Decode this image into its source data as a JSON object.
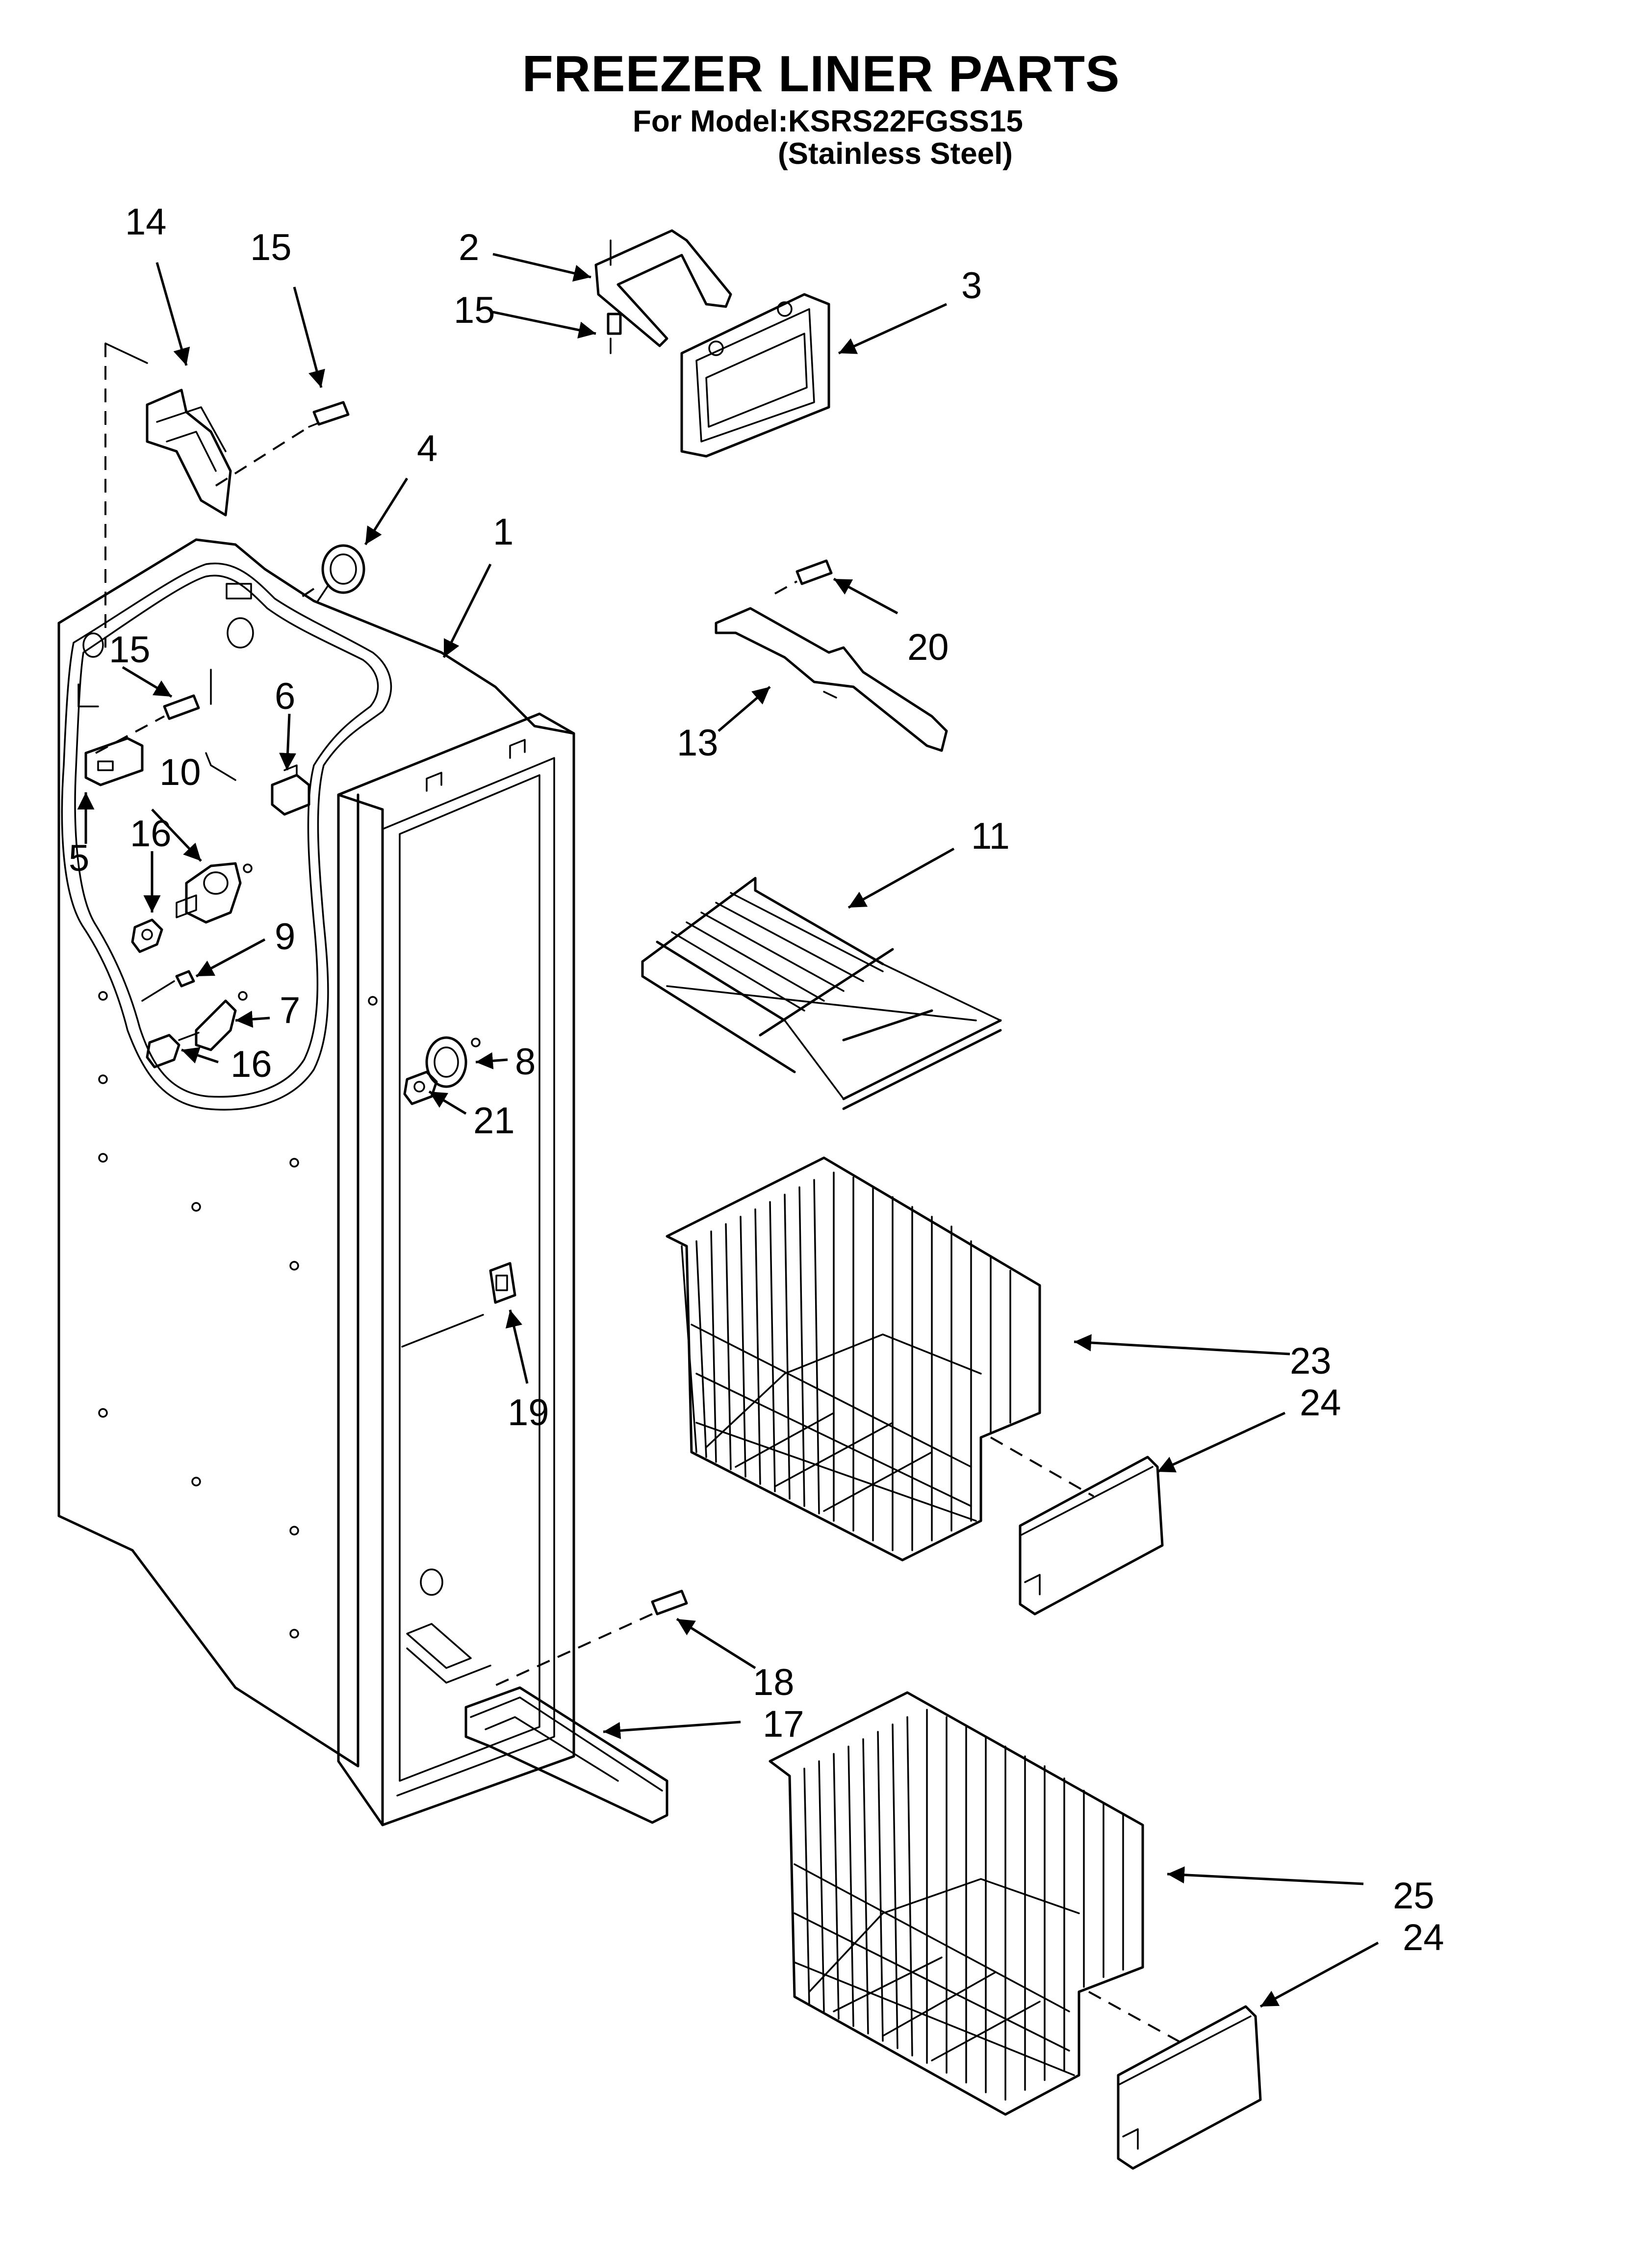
{
  "header": {
    "title": "FREEZER LINER PARTS",
    "model_line": "For Model:KSRS22FGSS15",
    "variant_line": "(Stainless Steel)"
  },
  "callouts": [
    "1",
    "2",
    "3",
    "4",
    "5",
    "6",
    "7",
    "8",
    "9",
    "10",
    "11",
    "13",
    "14",
    "15",
    "16",
    "17",
    "18",
    "19",
    "20",
    "21",
    "23",
    "24",
    "25"
  ]
}
